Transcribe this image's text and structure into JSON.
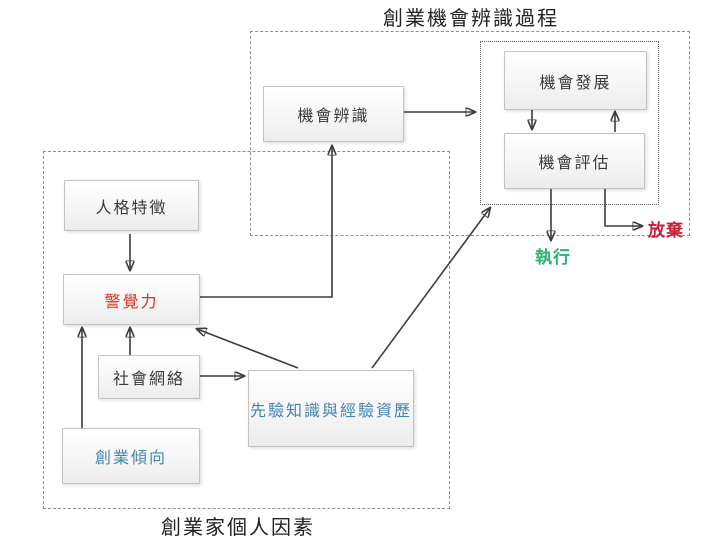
{
  "diagram": {
    "title": "創業機會辨識過程",
    "bottom_label": "創業家個人因素",
    "nodes": {
      "opportunity_identification": {
        "label": "機會辨識"
      },
      "opportunity_development": {
        "label": "機會發展"
      },
      "opportunity_evaluation": {
        "label": "機會評估"
      },
      "personality_traits": {
        "label": "人格特徵"
      },
      "alertness": {
        "label": "警覺力",
        "text_color": "#d93025"
      },
      "social_network": {
        "label": "社會網絡"
      },
      "prior_knowledge": {
        "label": "先驗知識與經驗資歷",
        "text_color": "#4286b0"
      },
      "entrepreneurial_inclination": {
        "label": "創業傾向",
        "text_color": "#4286b0"
      }
    },
    "outcomes": {
      "execute": {
        "label": "執行",
        "color": "#2db273"
      },
      "abandon": {
        "label": "放棄",
        "color": "#c4203a"
      }
    },
    "colors": {
      "arrow": "#3d3d3d",
      "node_border": "#c2c2c2",
      "node_text": "#3a3a3a",
      "dashed_border": "#8f8f8f",
      "dotted_border": "#5a5a5a",
      "background": "#ffffff"
    }
  }
}
